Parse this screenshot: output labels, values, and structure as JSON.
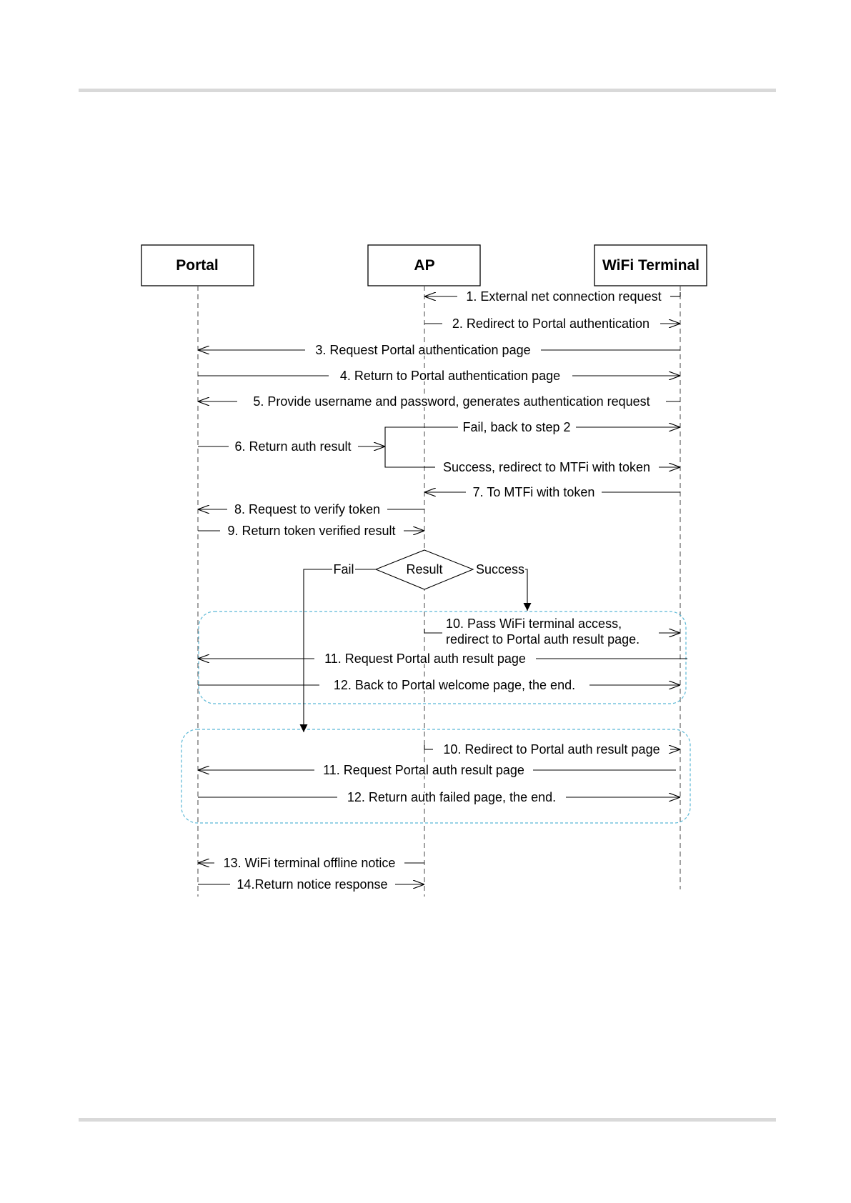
{
  "participants": {
    "portal": "Portal",
    "ap": "AP",
    "terminal": "WiFi Terminal"
  },
  "steps": {
    "s1": "1. External net connection request",
    "s2": "2. Redirect to Portal authentication",
    "s3": "3. Request Portal authentication page",
    "s4": "4. Return to Portal authentication page",
    "s5": "5. Provide username and password, generates authentication request",
    "s6": "6. Return auth result",
    "fail_back": "Fail, back to step 2",
    "success_redirect": "Success, redirect to MTFi with token",
    "s7": "7. To MTFi with token",
    "s8": "8. Request to verify token",
    "s9": "9. Return token verified result",
    "fail": "Fail",
    "result": "Result",
    "success": "Success",
    "s10a_line1": "10. Pass WiFi terminal access,",
    "s10a_line2": "redirect to Portal auth result page.",
    "s11a": "11. Request Portal auth result page",
    "s12a": "12. Back to Portal welcome page, the end.",
    "s10b": "10. Redirect to Portal auth result page",
    "s11b": "11. Request Portal auth result page",
    "s12b": "12. Return auth failed page, the end.",
    "s13": "13. WiFi terminal offline notice",
    "s14": "14.Return notice response"
  },
  "colors": {
    "line": "#000000",
    "lifeline": "#555555",
    "group_border": "#5bb8d6",
    "rule": "#d9d9d9"
  }
}
